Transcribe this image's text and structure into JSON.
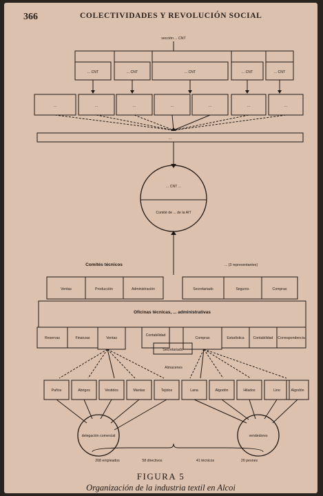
{
  "header": {
    "page_number": "366",
    "running_title": "COLECTIVIDADES Y REVOLUCIÓN SOCIAL"
  },
  "figure": {
    "label": "FIGURA 5",
    "caption": "Organización de la industria textil en Alcoi"
  },
  "diagram": {
    "top_label": "sección ... CNT",
    "row1": [
      "... CNT",
      "... CNT",
      "... CNT",
      "... CNT",
      "... CNT"
    ],
    "row2": [
      "...",
      "...",
      "...",
      "...",
      "...",
      "...",
      "..."
    ],
    "long_bar": "...",
    "circle_top": "... CNT ...",
    "circle_bottom": "Comité de ... de la AIT",
    "left_group_label": "Comités técnicos",
    "right_group_label": "... (3 representantes)",
    "left_boxes": [
      "Ventas",
      "Producción",
      "Administración"
    ],
    "right_boxes": [
      "Secretariado",
      "Seguros",
      "Compras"
    ],
    "wide_band": "Oficinas técnicas, ... administrativas",
    "lower_row": [
      "Reservas",
      "Finanzas",
      "Ventas",
      "Contabilidad",
      "Compras",
      "Estadística",
      "Contabilidad",
      "Correspondencia"
    ],
    "middle_tag": "Secretariado",
    "almacenes_label": "Almacenes",
    "products": [
      "Paños",
      "Abrigos",
      "Vestidos",
      "Mantas",
      "Tejidos",
      "Lana",
      "Algodón",
      "Hilados",
      "Lino",
      "Algodón"
    ],
    "circle_left": "delegación comercial",
    "circle_right": "vendedores",
    "bottom_values": [
      "268 empleados",
      "58 directivos",
      "41 técnicos",
      "20 peones"
    ]
  }
}
